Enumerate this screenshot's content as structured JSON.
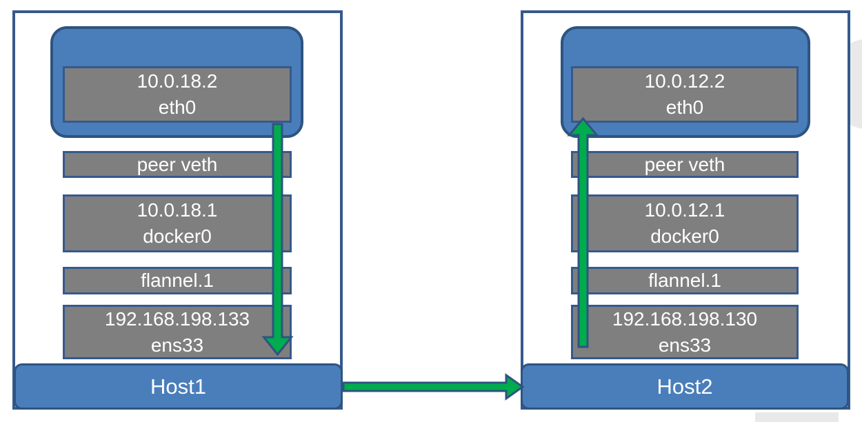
{
  "diagram": {
    "title_hint": "flannel cross-host container networking",
    "hosts": [
      {
        "name": "Host1",
        "stack": [
          {
            "type": "container-eth",
            "ip": "10.0.18.2",
            "iface": "eth0"
          },
          {
            "type": "veth",
            "label": "peer veth"
          },
          {
            "type": "bridge",
            "ip": "10.0.18.1",
            "iface": "docker0"
          },
          {
            "type": "vxlan",
            "label": "flannel.1"
          },
          {
            "type": "nic",
            "ip": "192.168.198.133",
            "iface": "ens33"
          }
        ]
      },
      {
        "name": "Host2",
        "stack": [
          {
            "type": "container-eth",
            "ip": "10.0.12.2",
            "iface": "eth0"
          },
          {
            "type": "veth",
            "label": "peer veth"
          },
          {
            "type": "bridge",
            "ip": "10.0.12.1",
            "iface": "docker0"
          },
          {
            "type": "vxlan",
            "label": "flannel.1"
          },
          {
            "type": "nic",
            "ip": "192.168.198.130",
            "iface": "ens33"
          }
        ]
      }
    ],
    "arrows": [
      {
        "id": "host1-egress",
        "direction": "down",
        "from": "eth0",
        "to": "ens33"
      },
      {
        "id": "host1-to-host2",
        "direction": "right",
        "from": "Host1",
        "to": "Host2"
      },
      {
        "id": "host2-ingress",
        "direction": "up",
        "from": "ens33",
        "to": "eth0"
      }
    ],
    "colors": {
      "blue_fill": "#4a7ebb",
      "blue_border": "#2e5480",
      "box_border": "#36598c",
      "gray_fill": "#7f7f7f",
      "text": "#ffffff",
      "arrow_green": "#00ac4e",
      "background_shape": "#e9e9e9"
    }
  }
}
